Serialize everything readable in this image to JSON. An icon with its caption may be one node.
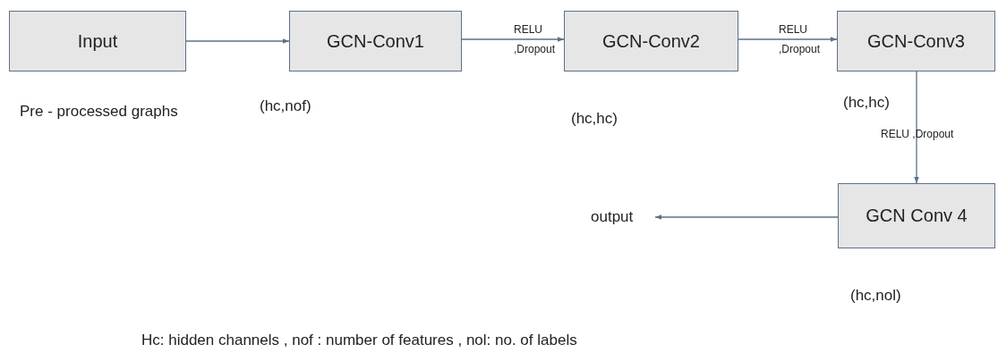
{
  "diagram": {
    "nodes": [
      {
        "text": [
          "Input"
        ],
        "beside": [
          "Pre - processed graphs"
        ]
      },
      {
        "text": [
          "GCN-Conv1"
        ],
        "beside": [
          "(hc,nof)"
        ]
      },
      {
        "text": [
          "GCN-Conv2"
        ],
        "beside": [
          "(hc,hc)"
        ]
      },
      {
        "text": [
          "GCN-Conv3"
        ],
        "beside": [
          "(hc,hc)"
        ]
      },
      {
        "text": [
          "GCN Conv 4"
        ],
        "beside": [
          "(hc,nol)"
        ]
      },
      {
        "text": [
          "output"
        ]
      }
    ],
    "edges": [
      {
        "from": 0,
        "to": 1,
        "arrow": "to"
      },
      {
        "from": 1,
        "to": 2,
        "arrow": "to",
        "label": "RELU ,Dropout"
      },
      {
        "from": 2,
        "to": 3,
        "arrow": "to",
        "label": "RELU ,Dropout"
      },
      {
        "from": 3,
        "to": 4,
        "arrow": "to",
        "label": "RELU ,Dropout"
      },
      {
        "from": 4,
        "to": 5,
        "arrow": "to"
      }
    ],
    "labels": [
      "Hc: hidden channels , nof : number of features , nol: no. of labels"
    ]
  }
}
